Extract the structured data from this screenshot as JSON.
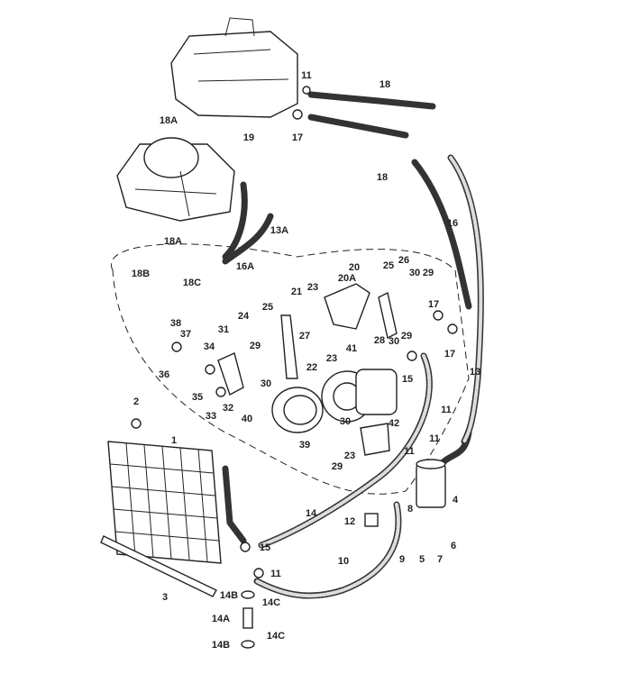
{
  "title": "Air conditioning system parts diagram",
  "labels": [
    "11",
    "18",
    "19",
    "17",
    "18",
    "18A",
    "13A",
    "16",
    "18A",
    "16A",
    "18B",
    "18C",
    "20",
    "20A",
    "25",
    "26",
    "30",
    "29",
    "21",
    "23",
    "24",
    "25",
    "17",
    "38",
    "37",
    "31",
    "27",
    "28",
    "30",
    "29",
    "34",
    "29",
    "22",
    "23",
    "41",
    "17",
    "36",
    "35",
    "32",
    "30",
    "15",
    "13",
    "33",
    "40",
    "39",
    "2",
    "1",
    "30",
    "42",
    "23",
    "29",
    "11",
    "11",
    "11",
    "4",
    "14",
    "8",
    "12",
    "6",
    "15",
    "5",
    "7",
    "9",
    "10",
    "11",
    "3",
    "14B",
    "14C",
    "14A",
    "14B",
    "14C"
  ]
}
